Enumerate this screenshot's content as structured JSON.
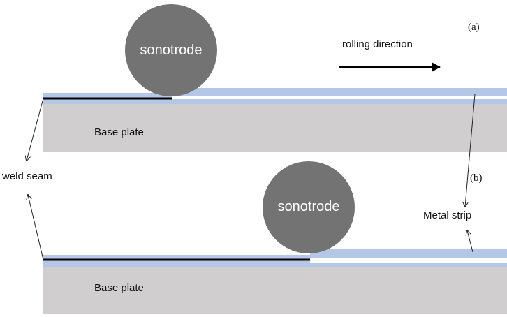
{
  "panel_a": {
    "label": "(a)",
    "sonotrode_label": "sonotrode",
    "base_plate_label": "Base plate",
    "rolling_direction_label": "rolling direction"
  },
  "panel_b": {
    "label": "(b)",
    "sonotrode_label": "sonotrode",
    "base_plate_label": "Base plate"
  },
  "annotations": {
    "weld_seam_label": "weld seam",
    "metal_strip_label": "Metal strip"
  },
  "colors": {
    "base_plate": "#d0cecf",
    "metal_strip": "#b4c7e7",
    "sonotrode": "#737373",
    "weld_seam": "#000000",
    "sonotrode_text": "#ffffff"
  }
}
